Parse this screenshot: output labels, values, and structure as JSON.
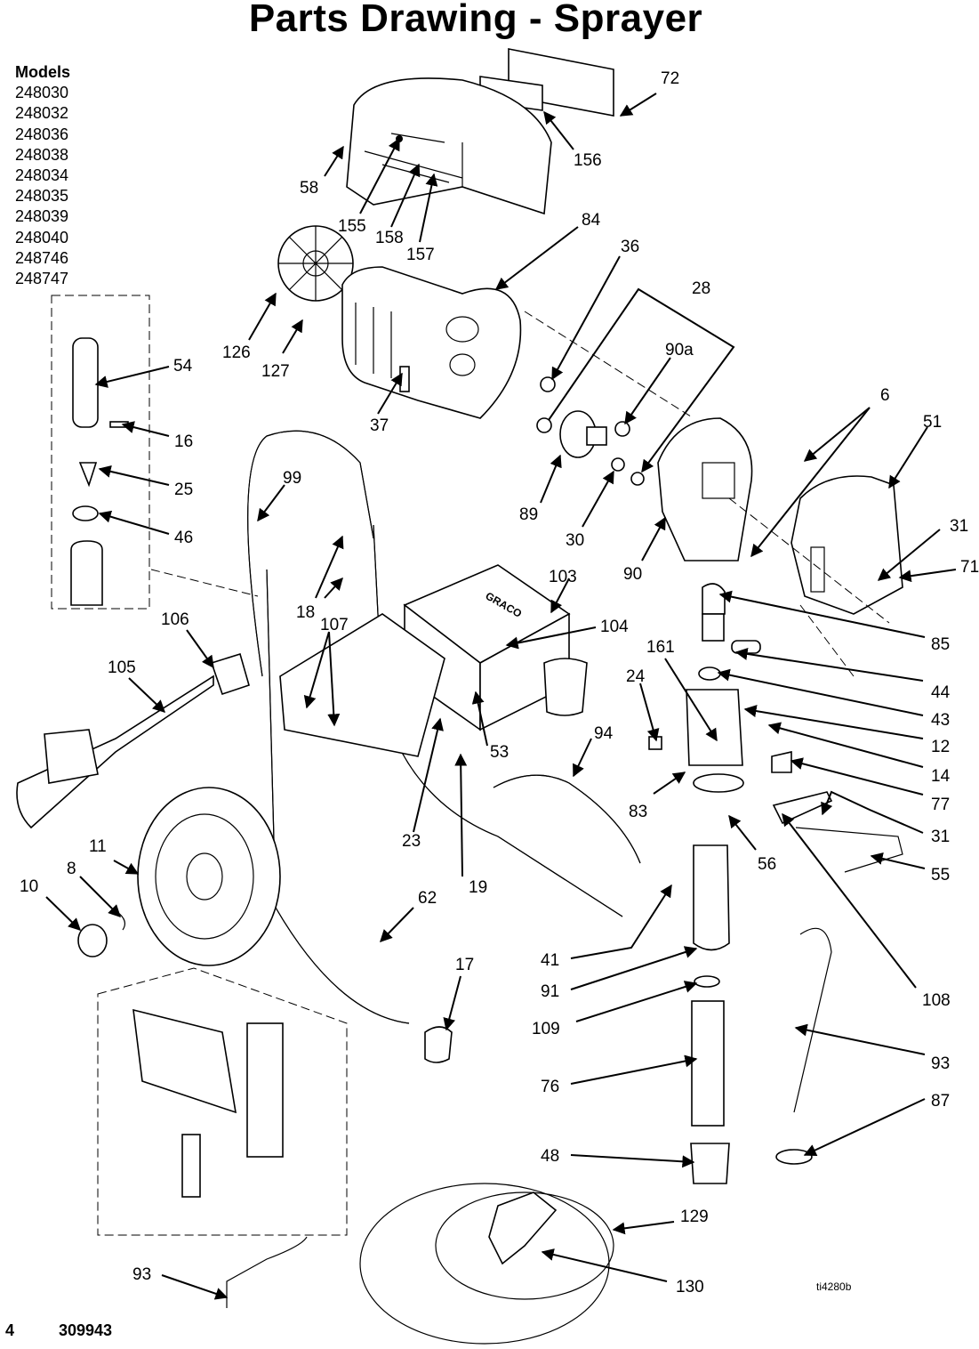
{
  "title": "Parts Drawing - Sprayer",
  "models": {
    "header": "Models",
    "list": [
      "248030",
      "248032",
      "248036",
      "248038",
      "248034",
      "248035",
      "248039",
      "248040",
      "248746",
      "248747"
    ]
  },
  "callouts": [
    "72",
    "156",
    "58",
    "155",
    "158",
    "157",
    "84",
    "36",
    "28",
    "90a",
    "126",
    "127",
    "37",
    "89",
    "30",
    "90",
    "6",
    "51",
    "31",
    "71",
    "54",
    "16",
    "25",
    "46",
    "99",
    "103",
    "104",
    "18",
    "107",
    "106",
    "105",
    "85",
    "161",
    "24",
    "44",
    "43",
    "12",
    "14",
    "77",
    "31",
    "53",
    "94",
    "83",
    "56",
    "55",
    "23",
    "19",
    "11",
    "8",
    "10",
    "62",
    "41",
    "91",
    "109",
    "17",
    "108",
    "93",
    "87",
    "76",
    "48",
    "129",
    "93",
    "130"
  ],
  "image_code": "ti4280b",
  "footer": {
    "page": "4",
    "doc": "309943"
  }
}
